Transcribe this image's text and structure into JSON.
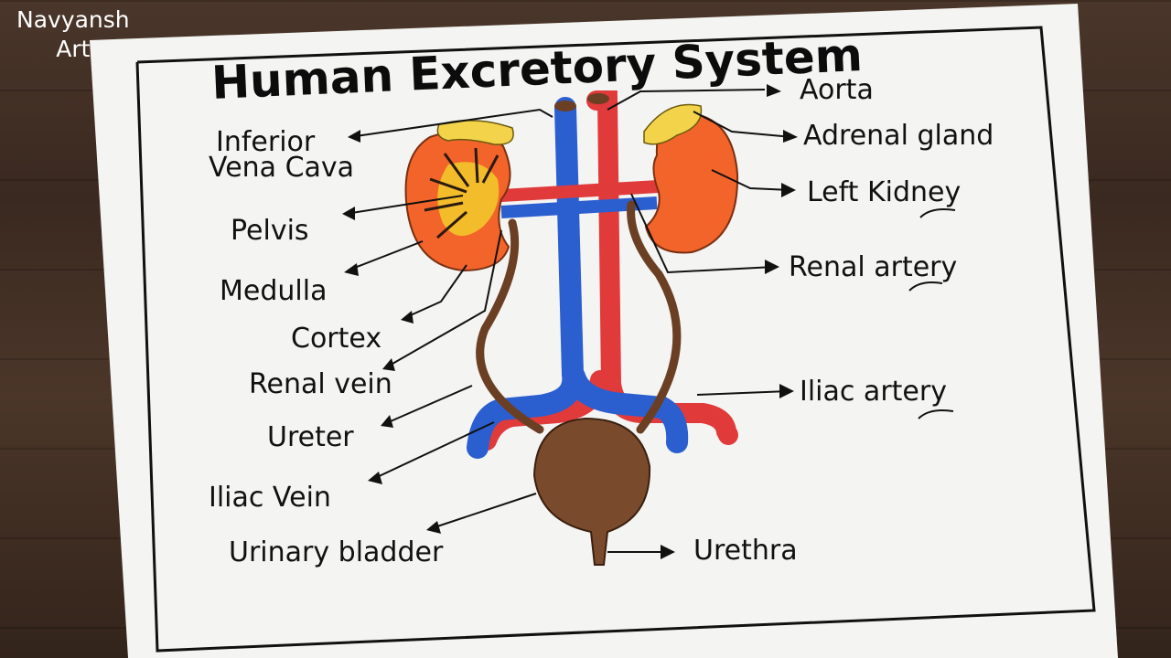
{
  "watermark": {
    "line1": "Navyansh",
    "line2": "Art"
  },
  "title": "Human Excretory System",
  "labels": {
    "inferior": "Inferior",
    "vena_cava": "Vena Cava",
    "pelvis": "Pelvis",
    "medulla": "Medulla",
    "cortex": "Cortex",
    "renal_vein": "Renal vein",
    "ureter": "Ureter",
    "iliac_vein": "Iliac Vein",
    "urinary_bladder": "Urinary bladder",
    "aorta": "Aorta",
    "adrenal_gland": "Adrenal gland",
    "left_kidney": "Left Kidney",
    "renal_artery": "Renal artery",
    "iliac_artery": "Iliac artery",
    "urethra": "Urethra"
  },
  "colors": {
    "vein": "#2b5fd0",
    "artery": "#e03a3a",
    "kidney": "#f2642a",
    "adrenal": "#f3d34a",
    "bladder": "#7a4a2c",
    "ureter": "#6b3f24"
  }
}
